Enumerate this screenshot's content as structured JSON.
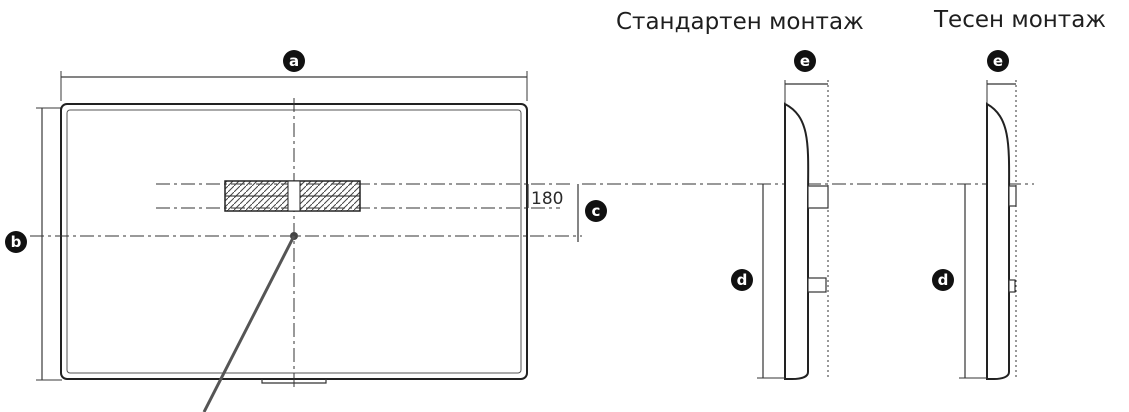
{
  "titles": {
    "standard_mount": "Стандартен монтаж",
    "slim_mount": "Тесен монтаж"
  },
  "labels": {
    "a": "a",
    "b": "b",
    "c": "c",
    "d": "d",
    "e": "e"
  },
  "dimension_value": "180",
  "colors": {
    "line": "#3a3a3a",
    "badge": "#111111",
    "background": "#ffffff"
  }
}
